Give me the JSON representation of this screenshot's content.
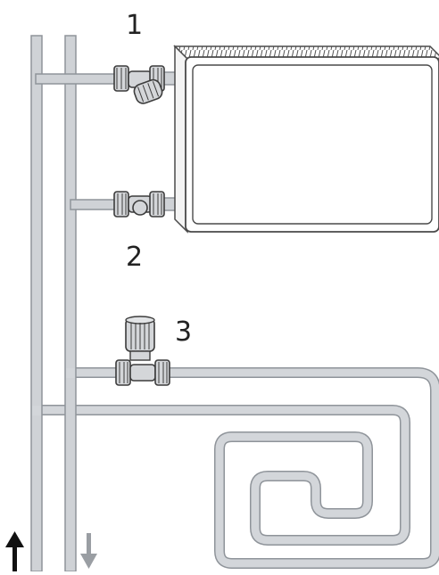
{
  "labels": {
    "one": "1",
    "two": "2",
    "three": "3"
  },
  "colors": {
    "pipe_fill": "#cfd2d6",
    "pipe_edge": "#8f949a",
    "radiator_edge": "#4a4a4a",
    "valve_fill": "#d4d6d9",
    "valve_edge": "#3c3c3c",
    "arrow_up": "#111111",
    "arrow_down": "#9a9ea3"
  },
  "icons": {
    "valve_1": "thermostatic-radiator-valve-icon",
    "valve_2": "lockshield-valve-icon",
    "valve_3": "floor-circuit-valve-icon",
    "arrow_up": "arrow-up-icon",
    "arrow_down": "arrow-down-icon"
  }
}
